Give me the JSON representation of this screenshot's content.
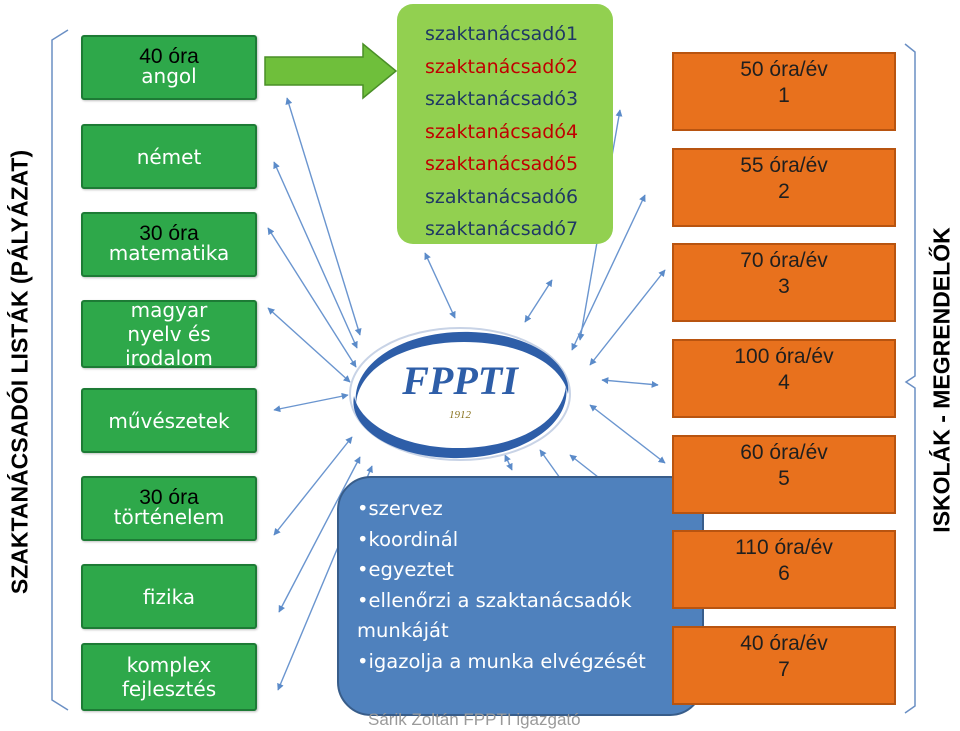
{
  "titles": {
    "left": "SZAKTANÁCSADÓI LISTÁK (PÁLYÁZAT)",
    "right": "ISKOLÁK - MEGRENDELŐK"
  },
  "subjects": [
    {
      "hours": "40 óra",
      "name": "angol"
    },
    {
      "hours": "",
      "name": "német"
    },
    {
      "hours": "30 óra",
      "name": "matematika"
    },
    {
      "hours": "",
      "name": "magyar nyelv és irodalom"
    },
    {
      "hours": "",
      "name": "művészetek"
    },
    {
      "hours": "30 óra",
      "name": "történelem"
    },
    {
      "hours": "",
      "name": "fizika"
    },
    {
      "hours": "",
      "name": "komplex fejlesztés"
    }
  ],
  "advisors": [
    "szaktanácsadó1",
    "szaktanácsadó2",
    "szaktanácsadó3",
    "szaktanácsadó4",
    "szaktanácsadó5",
    "szaktanácsadó6",
    "szaktanácsadó7"
  ],
  "logo": {
    "text": "FPPTI",
    "year": "1912"
  },
  "tasks": [
    "•szervez",
    "•koordinál",
    "•egyeztet",
    "•ellenőrzi a szaktanácsadók",
    "munkáját",
    "•igazolja a munka elvégzését"
  ],
  "footer": "Sárik Zoltán FPPTI igazgató",
  "orders": [
    {
      "rate": "50 óra/év",
      "num": "1"
    },
    {
      "rate": "55 óra/év",
      "num": "2"
    },
    {
      "rate": "70 óra/év",
      "num": "3"
    },
    {
      "rate": "100 óra/év",
      "num": "4"
    },
    {
      "rate": "60 óra/év",
      "num": "5"
    },
    {
      "rate": "110 óra/év",
      "num": "6"
    },
    {
      "rate": "40 óra/év",
      "num": "7"
    }
  ],
  "colors": {
    "subject_green": "#2ea84a",
    "advisor_green": "#92d050",
    "task_blue": "#4f81bd",
    "order_orange": "#e8711d",
    "advisor_red": "#c00000"
  }
}
